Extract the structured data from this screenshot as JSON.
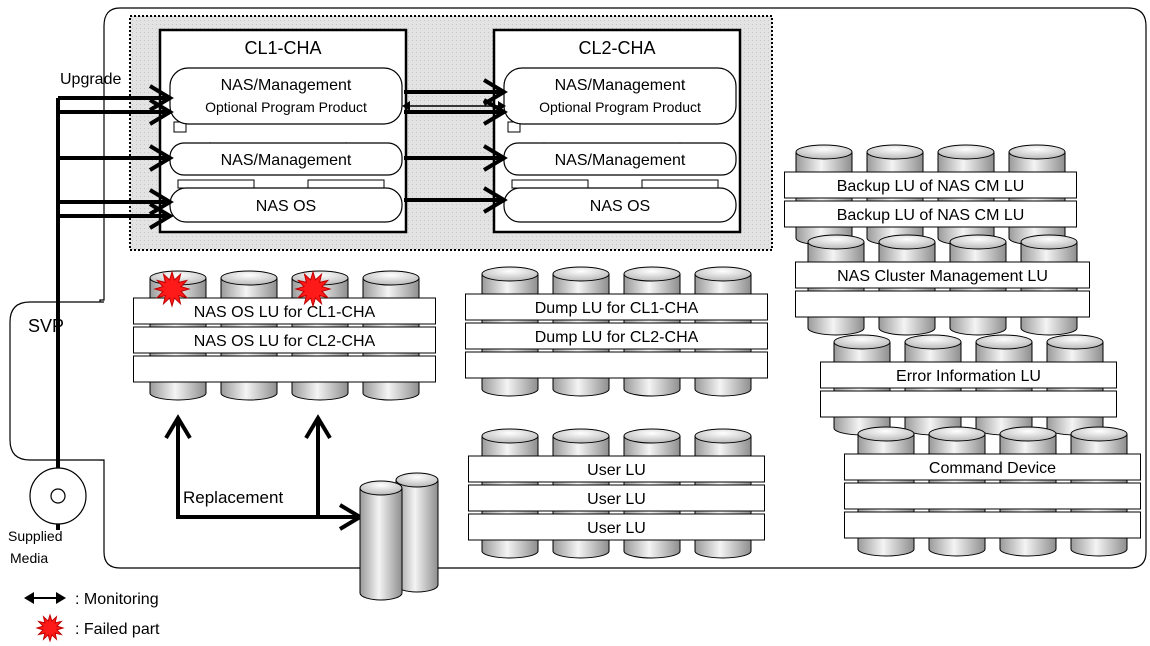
{
  "upgrade": "Upgrade",
  "svp": "SVP",
  "supplied_media": [
    "Supplied",
    "Media"
  ],
  "replacement": "Replacement",
  "cha": [
    {
      "title": "CL1-CHA",
      "module_top": [
        "NAS/Management",
        "Optional Program Product"
      ],
      "module_mid": "NAS/Management",
      "module_os": "NAS OS"
    },
    {
      "title": "CL2-CHA",
      "module_top": [
        "NAS/Management",
        "Optional Program Product"
      ],
      "module_mid": "NAS/Management",
      "module_os": "NAS OS"
    }
  ],
  "lu_groups": {
    "nas_os": [
      "NAS OS LU for CL1-CHA",
      "NAS OS LU for CL2-CHA"
    ],
    "dump": [
      "Dump LU for CL1-CHA",
      "Dump LU for CL2-CHA"
    ],
    "user": [
      "User LU",
      "User LU",
      "User LU"
    ],
    "backup": [
      "Backup LU of NAS CM LU",
      "Backup LU of NAS CM LU"
    ],
    "cluster_mgmt": "NAS Cluster Management LU",
    "error_info": "Error Information LU",
    "command_device": "Command Device"
  },
  "legend": [
    {
      "icon": "double-arrow-icon",
      "label": ": Monitoring"
    },
    {
      "icon": "failed-burst-icon",
      "label": ": Failed part"
    }
  ]
}
